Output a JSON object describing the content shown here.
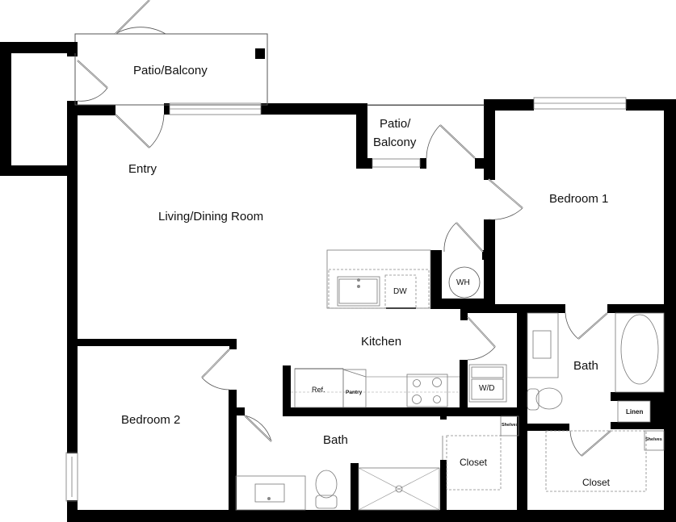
{
  "floor_plan": {
    "rooms": [
      {
        "id": "patio_main",
        "label": "Patio/Balcony"
      },
      {
        "id": "entry",
        "label": "Entry"
      },
      {
        "id": "living",
        "label": "Living/Dining Room"
      },
      {
        "id": "patio_small_line1",
        "label": "Patio/"
      },
      {
        "id": "patio_small_line2",
        "label": "Balcony"
      },
      {
        "id": "bedroom1",
        "label": "Bedroom 1"
      },
      {
        "id": "kitchen",
        "label": "Kitchen"
      },
      {
        "id": "bath_master",
        "label": "Bath"
      },
      {
        "id": "bedroom2",
        "label": "Bedroom 2"
      },
      {
        "id": "bath_hall",
        "label": "Bath"
      },
      {
        "id": "closet_hall",
        "label": "Closet"
      },
      {
        "id": "closet_master",
        "label": "Closet"
      }
    ],
    "fixtures": {
      "dishwasher": "DW",
      "water_heater": "WH",
      "refrigerator": "Ref.",
      "pantry": "Pantry",
      "washer_dryer": "W/D",
      "linen": "Linen",
      "shelves_hall": "Shelves",
      "shelves_master": "Shelves"
    }
  }
}
